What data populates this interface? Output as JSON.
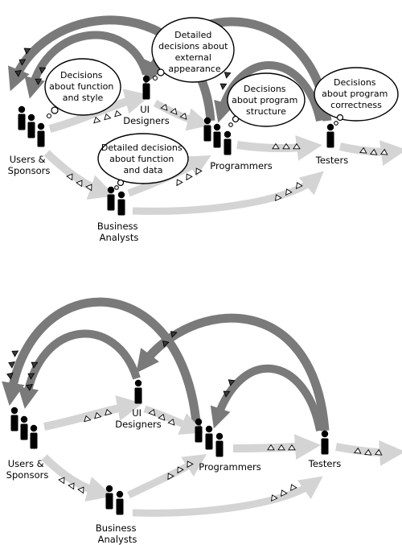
{
  "actors": {
    "users_sponsors": [
      "Users &",
      "Sponsors"
    ],
    "ui_designers": [
      "UI",
      "Designers"
    ],
    "programmers": [
      "Programmers"
    ],
    "testers": [
      "Testers"
    ],
    "business_analysts": [
      "Business",
      "Analysts"
    ]
  },
  "bubbles": {
    "function_style": [
      "Decisions",
      "about function",
      "and style"
    ],
    "external_appearance": [
      "Detailed",
      "decisions about",
      "external",
      "appearance"
    ],
    "function_data": [
      "Detailed decisions",
      "about function",
      "and data"
    ],
    "program_structure": [
      "Decisions",
      "about program",
      "structure"
    ],
    "program_correctness": [
      "Decisions",
      "about program",
      "correctness"
    ]
  },
  "colors": {
    "forward_arrow": "#d4d4d4",
    "feedback_arrow": "#7a7a7a",
    "figure": "#000000"
  }
}
